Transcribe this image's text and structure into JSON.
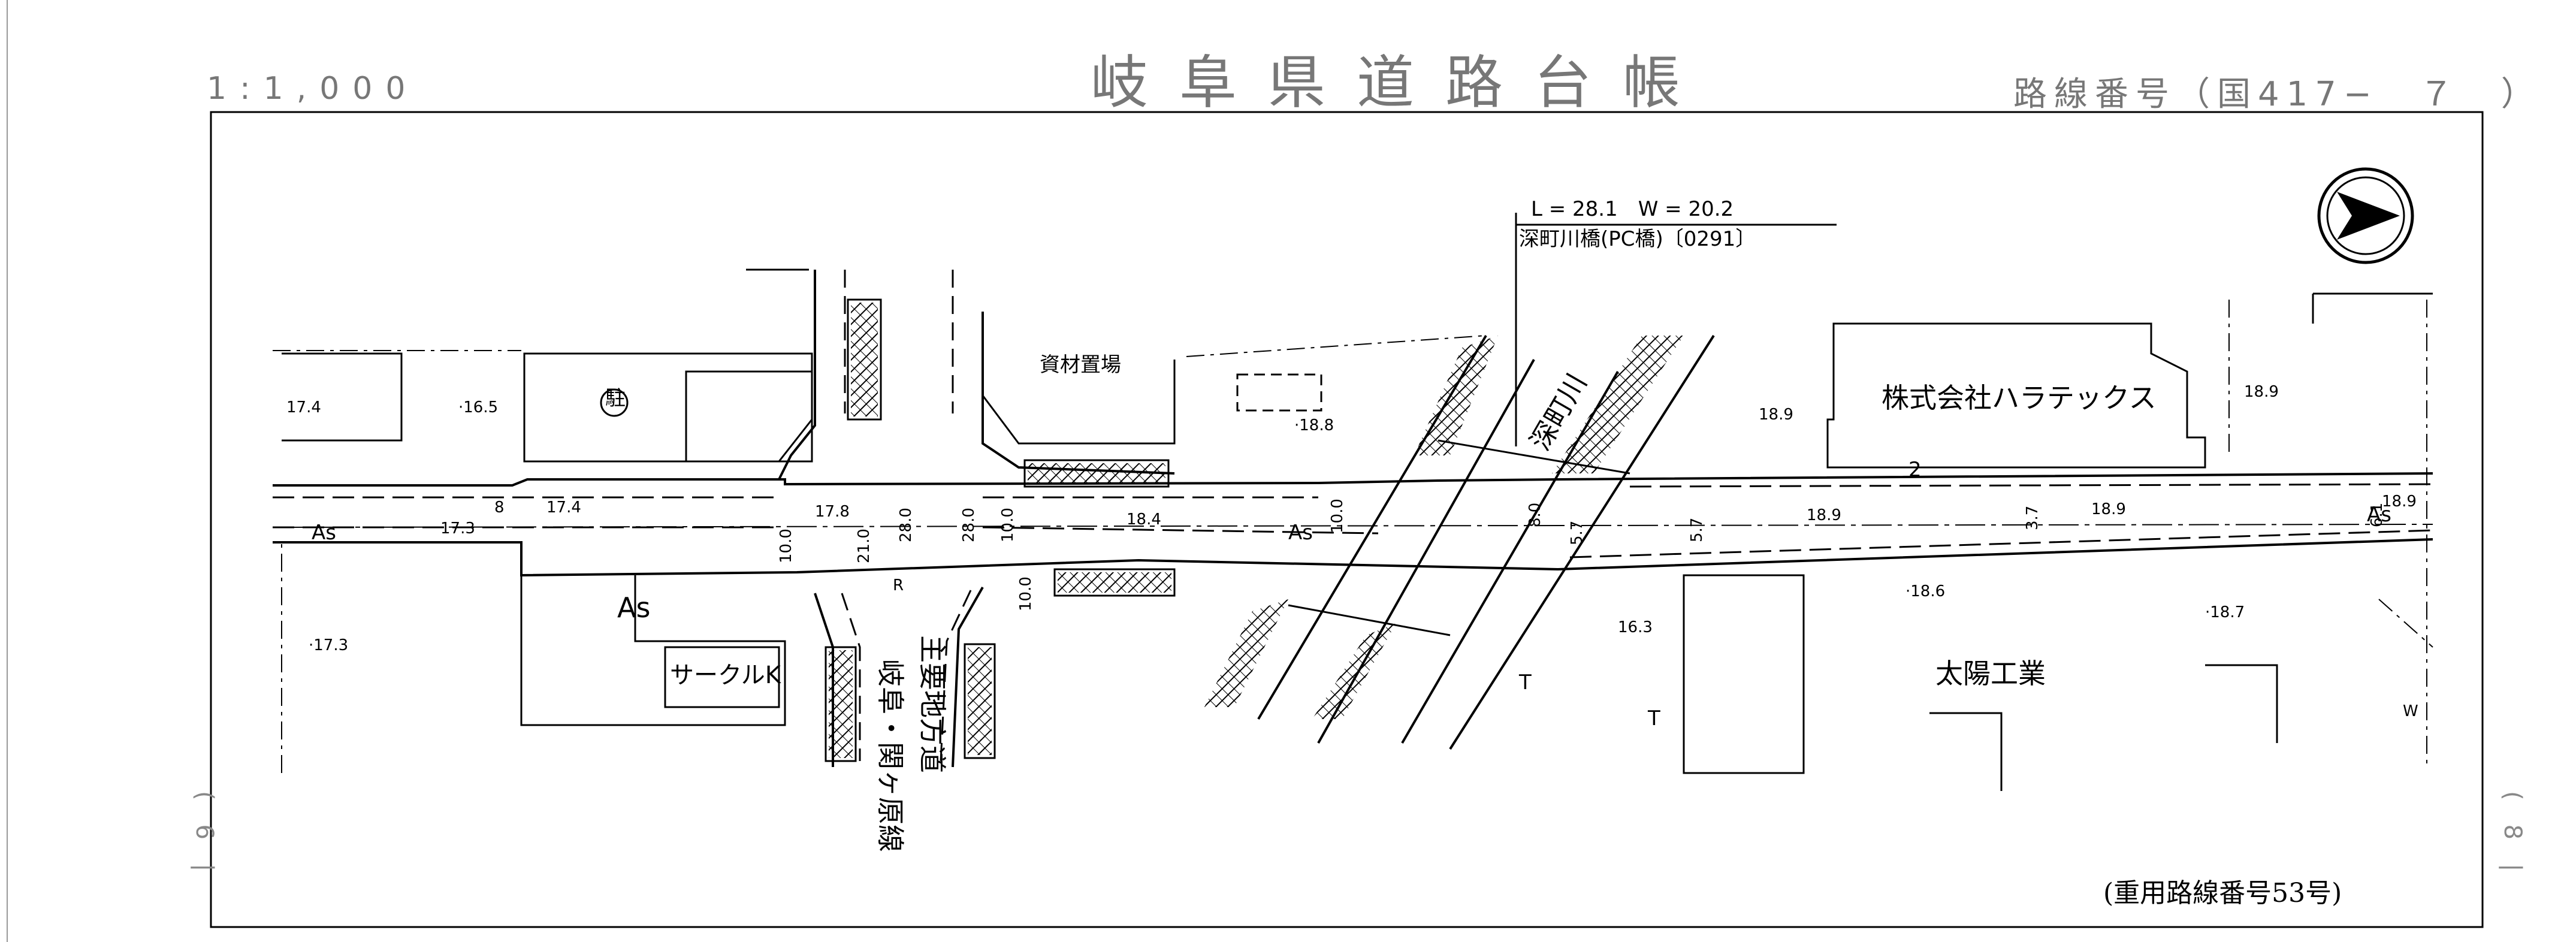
{
  "header": {
    "scale": "1:1,000",
    "title": "岐阜県道路台帳",
    "route_number": "路線番号（国417−　７　）"
  },
  "map": {
    "bridge_dims": "L = 28.1　W = 20.2",
    "bridge_name": "深町川橋(PC橋)〔0291〕",
    "river": "深町川",
    "companies": {
      "haratex": "株式会社ハラテックス",
      "taiyo": "太陽工業",
      "circle_k": "サークルK"
    },
    "material_yard": "資材置場",
    "pref_road": "主要地方道",
    "road_name": "岐阜・関ヶ原線",
    "surface": "As",
    "parking": "駐",
    "marks": {
      "r": "R",
      "t": "T",
      "w": "W",
      "two": "2"
    },
    "elevations": {
      "e17_4a": "17.4",
      "e16_5": "·16.5",
      "e18_8": "·18.8",
      "e18_9a": "18.9",
      "e18_9b": "18.9",
      "e18_9c": "18.9",
      "e18_9d": "18.9",
      "e18_9e": "18.9",
      "e17_4b": "17.4",
      "e17_8": "17.8",
      "e17_3a": "17.3",
      "e17_3b": "·17.3",
      "e18_4": "18.4",
      "e18_6": "·18.6",
      "e18_7": "·18.7",
      "e16_3": "16.3"
    },
    "widths": {
      "w8": "8",
      "w10a": "10.0",
      "w21": "21.0",
      "w28a": "28.0",
      "w28b": "28.0",
      "w10b": "10.0",
      "w10c": "10.0",
      "w10d": "10.0",
      "w8_0": "8.0",
      "w5_7a": "5.7",
      "w5_7b": "5.7",
      "w3_7": "3.7",
      "w6_1": "6.1"
    }
  },
  "footer": {
    "heavy_route": "(重用路線番号53号)"
  },
  "margin": {
    "left_page": "(　6　|",
    "right_page": "(　8　|"
  }
}
